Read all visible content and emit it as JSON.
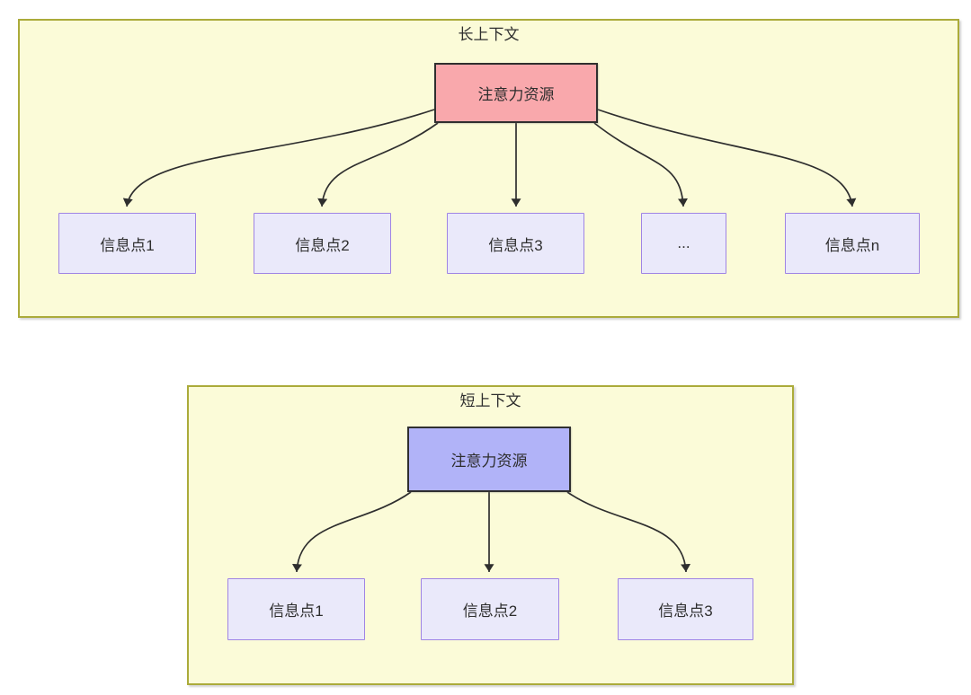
{
  "colors": {
    "container-fill": "#FBFBD8",
    "container-border": "#ABAB3A",
    "long-source-fill": "#F9A8AC",
    "short-source-fill": "#B1B3F8",
    "target-fill": "#EAE9FA",
    "target-border": "#9F84E4",
    "node-border": "#2F2F2F",
    "arrow": "#2E2E2E",
    "text": "#2E2E2E"
  },
  "long_context": {
    "title": "长上下文",
    "source_label": "注意力资源",
    "targets": [
      "信息点1",
      "信息点2",
      "信息点3",
      "...",
      "信息点n"
    ]
  },
  "short_context": {
    "title": "短上下文",
    "source_label": "注意力资源",
    "targets": [
      "信息点1",
      "信息点2",
      "信息点3"
    ]
  }
}
